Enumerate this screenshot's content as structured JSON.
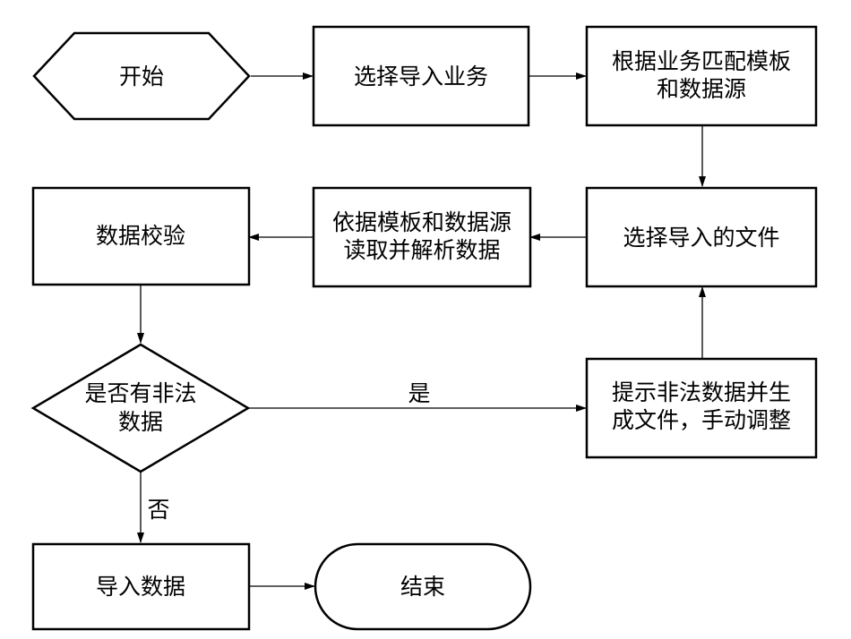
{
  "nodes": {
    "start": "开始",
    "select_business": "选择导入业务",
    "match_template": [
      "根据业务匹配模板",
      "和数据源"
    ],
    "select_file": "选择导入的文件",
    "read_parse": [
      "依据模板和数据源",
      "读取并解析数据"
    ],
    "validate": "数据校验",
    "illegal_check": [
      "是否有非法",
      "数据"
    ],
    "prompt_illegal": [
      "提示非法数据并生",
      "成文件，手动调整"
    ],
    "import": "导入数据",
    "end": "结束"
  },
  "edges": {
    "yes_label": "是",
    "no_label": "否"
  }
}
